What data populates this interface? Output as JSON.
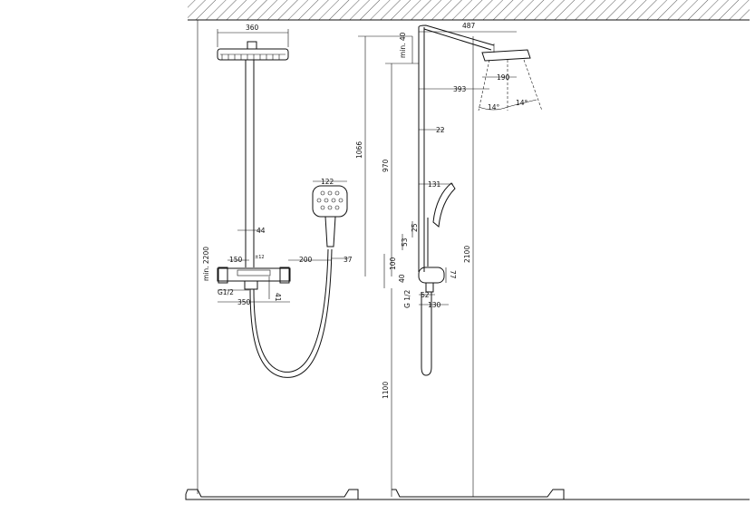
{
  "front_view": {
    "dims": {
      "width_head": "360",
      "height_total": "min. 2200",
      "arm_offset": "44",
      "handshower_width": "122",
      "spacing_150": "150",
      "spacing_200": "200",
      "dim_37": "37",
      "dim_41": "41",
      "thread": "G1/2",
      "width_thermo": "350",
      "tolerance": "±12"
    }
  },
  "side_view": {
    "dims": {
      "projection": "487",
      "min_40": "min. 40",
      "head_190": "190",
      "arm_393": "393",
      "angle_left": "14°",
      "angle_right": "14°",
      "dim_22": "22",
      "dim_1066": "1066",
      "dim_970": "970",
      "dim_131": "131",
      "dim_25": "25",
      "dim_53": "53",
      "dim_2100": "2100",
      "dim_100": "100",
      "dim_40": "40",
      "dim_77": "77",
      "dim_62": "62",
      "dim_130": "130",
      "thread": "G 1/2",
      "dim_1100": "1100"
    }
  }
}
